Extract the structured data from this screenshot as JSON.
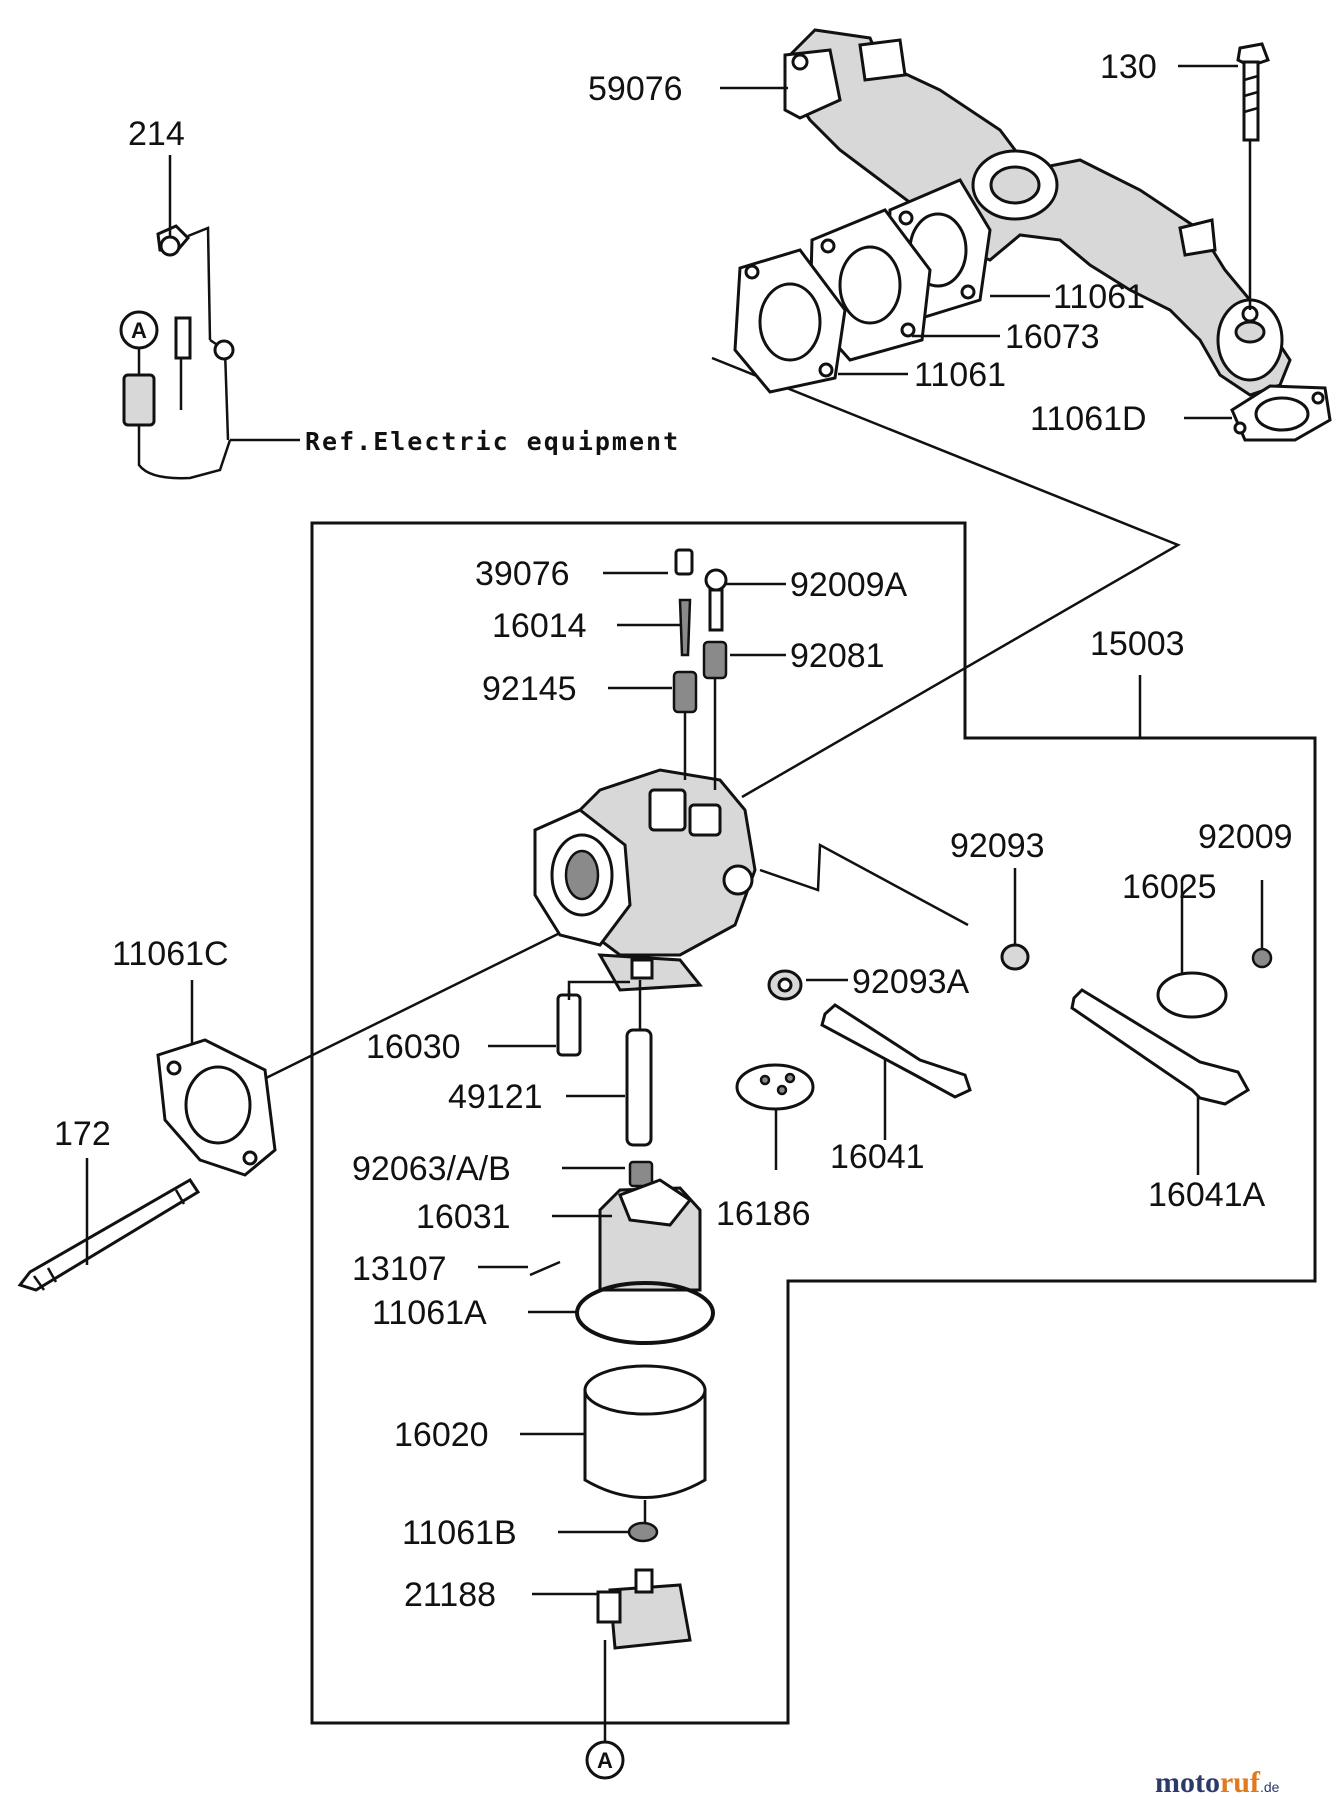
{
  "parts": {
    "p59076": "59076",
    "p130": "130",
    "p214": "214",
    "p11061_a": "11061",
    "p16073": "16073",
    "p11061_b": "11061",
    "p11061D": "11061D",
    "p39076": "39076",
    "p92009A": "92009A",
    "p16014": "16014",
    "p92081": "92081",
    "p92145": "92145",
    "p15003": "15003",
    "p92093": "92093",
    "p92009": "92009",
    "p16025": "16025",
    "p11061C": "11061C",
    "p92093A": "92093A",
    "p16030": "16030",
    "p49121": "49121",
    "p172": "172",
    "p16041": "16041",
    "p16186": "16186",
    "p16041A": "16041A",
    "p92063AB": "92063/A/B",
    "p16031": "16031",
    "p13107": "13107",
    "p11061A": "11061A",
    "p16020": "16020",
    "p11061B": "11061B",
    "p21188": "21188"
  },
  "ref_note": "Ref.Electric equipment",
  "connector_marker": "A",
  "watermark": {
    "brand_dark": "moto",
    "brand_accent": "ruf",
    "suffix": ".de",
    "color_dark": "#2b3a6b",
    "color_accent": "#e07a1f"
  }
}
